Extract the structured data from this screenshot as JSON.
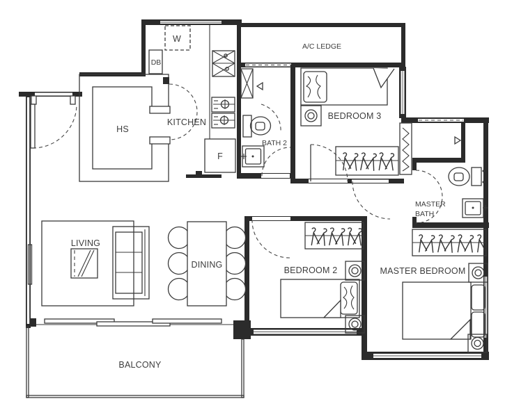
{
  "plan": {
    "type": "residential-floor-plan",
    "rooms": {
      "hs": "HS",
      "kitchen": "KITCHEN",
      "ac_ledge": "A/C LEDGE",
      "bath2": "BATH 2",
      "bedroom3": "BEDROOM 3",
      "master_bath_line1": "MASTER",
      "master_bath_line2": "BATH",
      "bedroom2": "BEDROOM 2",
      "master_bedroom": "MASTER BEDROOM",
      "living": "LIVING",
      "dining": "DINING",
      "balcony": "BALCONY"
    },
    "fixtures": {
      "washer": "W",
      "distribution_board": "DB",
      "fridge": "F"
    },
    "colors": {
      "wall": "#2b2b2b",
      "line": "#3a3a3a",
      "text": "#3d3d3d",
      "background": "#ffffff"
    }
  }
}
